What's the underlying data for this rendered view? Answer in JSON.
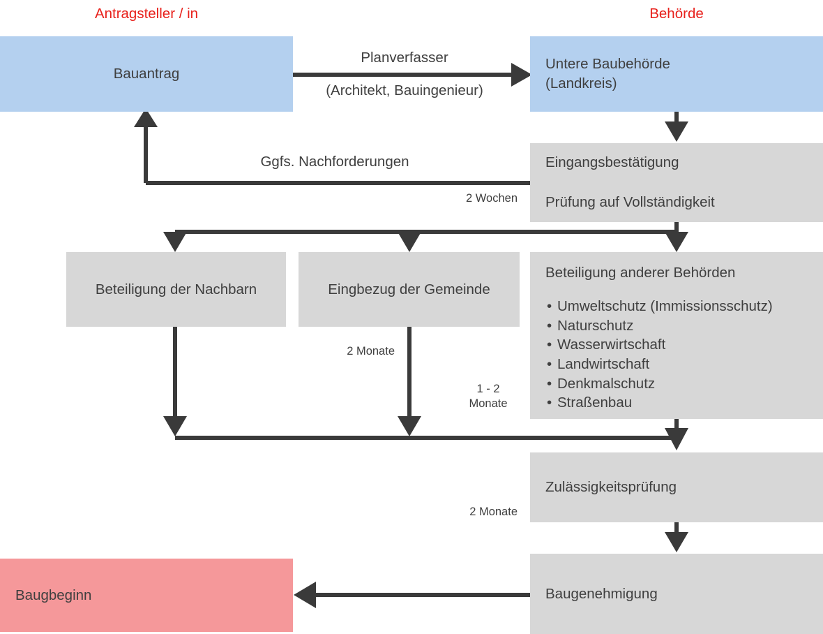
{
  "diagram": {
    "title_a": "Antragsteller / in",
    "title_b": "Behörde",
    "colors": {
      "applicant_box": "#b4d0ef",
      "authority_box": "#b4d0ef",
      "process_box": "#d7d7d7",
      "final_box": "#f5989a",
      "lane_title": "#e8201b",
      "connector": "#3a3a3a",
      "text": "#3f3f3f"
    },
    "nodes": {
      "bauantrag": "Bauantrag",
      "untere_baubehoerde": "Untere Baubehörde\n(Landkreis)",
      "eingang": "Eingangsbestätigung",
      "pruefung": "Prüfung auf Vollständigkeit",
      "nachbarn": "Beteiligung der Nachbarn",
      "gemeinde": "Eingbezug der Gemeinde",
      "gemeinde_shown": "Eingbezug der Gemeinde",
      "andere_behoerden_title": "Beteiligung anderer Behörden",
      "andere_behoerden_items": [
        "Umweltschutz (Immissionsschutz)",
        "Naturschutz",
        "Wasserwirtschaft",
        "Landwirtschaft",
        "Denkmalschutz",
        "Straßenbau"
      ],
      "zulaessigkeit": "Zulässigkeitsprüfung",
      "baugenehmigung": "Baugenehmigung",
      "baugbeginn": "Baugbeginn"
    },
    "edge_labels": {
      "planverfasser": "Planverfasser",
      "architekt": "(Architekt, Bauingenieur)",
      "nachforderungen": "Ggfs. Nachforderungen",
      "zwei_wochen": "2 Wochen",
      "zwei_monate_gemeinde": "2 Monate",
      "ein_bis_zwei_monate": "1 - 2\nMonate",
      "zwei_monate_zulaessigkeit": "2 Monate"
    }
  }
}
